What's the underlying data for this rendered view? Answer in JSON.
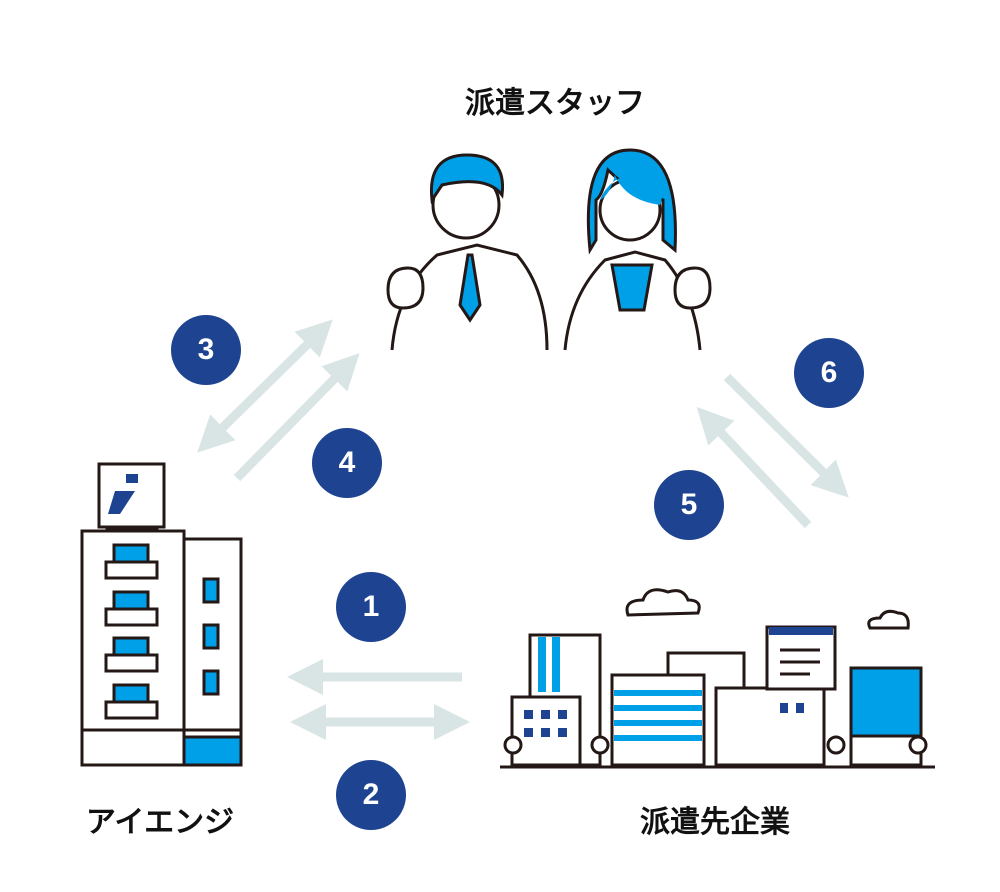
{
  "labels": {
    "staff": "派遣スタッフ",
    "company": "アイエンジ",
    "client": "派遣先企業"
  },
  "steps": [
    "1",
    "2",
    "3",
    "4",
    "5",
    "6"
  ],
  "colors": {
    "navy": "#1e4391",
    "blue": "#00a0e9",
    "arrow": "#d8e5e4",
    "line": "#231815"
  }
}
